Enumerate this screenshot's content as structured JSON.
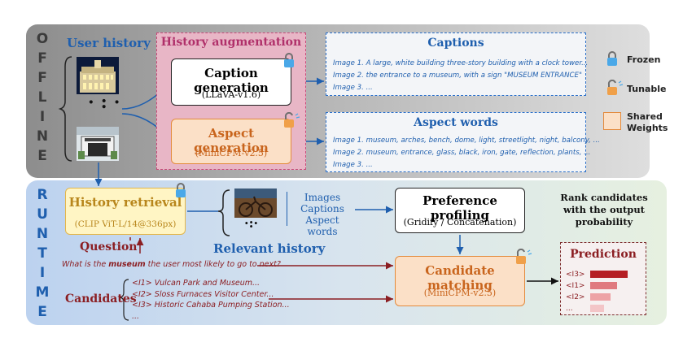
{
  "offline": {
    "letters": [
      "O",
      "F",
      "F",
      "L",
      "I",
      "N",
      "E"
    ],
    "user_history_title": "User history",
    "history_augmentation_title": "History augmentation",
    "caption_generation": {
      "title": "Caption generation",
      "model": "(LLaVA-v1.6)"
    },
    "aspect_generation": {
      "title": "Aspect generation",
      "model": "(MiniCPM-v2.5)"
    },
    "captions": {
      "title": "Captions",
      "lines": [
        "Image 1. A large, white building three-story building with a clock tower...",
        "Image 2. the entrance to a museum, with a sign \"MUSEUM ENTRANCE\"",
        "Image 3. ..."
      ]
    },
    "aspect_words": {
      "title": "Aspect words",
      "lines": [
        "Image 1. museum, arches, bench, dome, light, streetlight, night, balcony, ...",
        "Image 2. museum, entrance, glass, black, iron, gate, reflection, plants, ...",
        "Image 3. ..."
      ]
    }
  },
  "legend": {
    "frozen": "Frozen",
    "tunable": "Tunable",
    "shared": "Shared Weights"
  },
  "runtime": {
    "letters": [
      "R",
      "U",
      "N",
      "T",
      "I",
      "M",
      "E"
    ],
    "history_retrieval": {
      "title": "History retrieval",
      "model": "(CLIP ViT-L/14@336px)"
    },
    "relevant_history_title": "Relevant history",
    "relevant_items": [
      "Images",
      "Captions",
      "Aspect words"
    ],
    "preference_profiling": {
      "title": "Preference profiling",
      "model": "(Gridify / Concatenation)"
    },
    "rank_note": "Rank candidates with the output probability",
    "question": {
      "title": "Question",
      "text_before": "What is the ",
      "text_emph": "museum",
      "text_after": " the user most likely to go to next?"
    },
    "candidate_matching": {
      "title": "Candidate matching",
      "model": "(MiniCPM-v2.5)"
    },
    "candidates": {
      "title": "Candidates",
      "items": [
        "<I1> Vulcan Park and Museum...",
        "<I2> Sloss Furnaces Visitor Center...",
        "<I3> Historic Cahaba Pumping Station...",
        "..."
      ]
    },
    "prediction": {
      "title": "Prediction",
      "labels": [
        "<I3>",
        "<I1>",
        "<I2>",
        "..."
      ],
      "scores": [
        1.0,
        0.72,
        0.55,
        0.38
      ],
      "colors": [
        "#b51f24",
        "#e07a7f",
        "#eda2a5",
        "#f3c5c7"
      ]
    }
  },
  "colors": {
    "offline_panel": "#a8a8a8",
    "runtime_panel": "#cfdeee",
    "accent_blue": "#1f5fae",
    "augmentation_pink": "#e8b6c6",
    "tunable_orange": "#e38a3c",
    "question_red": "#b51f24"
  }
}
